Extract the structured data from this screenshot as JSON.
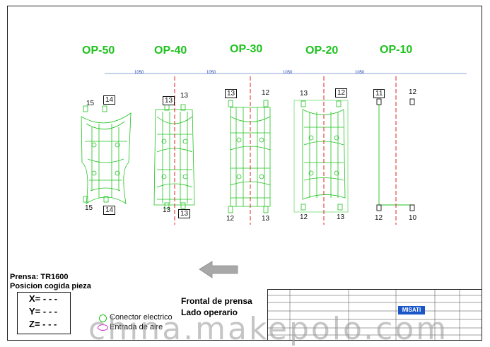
{
  "ops": [
    {
      "title": "OP-50",
      "labels": {
        "tl": "15",
        "tr": "14",
        "bl": "15",
        "br": "14"
      }
    },
    {
      "title": "OP-40",
      "labels": {
        "tl": "13",
        "tr": "13",
        "bl": "13",
        "br": "13"
      }
    },
    {
      "title": "OP-30",
      "labels": {
        "tl": "13",
        "tr": "12",
        "bl": "12",
        "br": "13"
      }
    },
    {
      "title": "OP-20",
      "labels": {
        "tl": "13",
        "tr": "12",
        "bl": "12",
        "br": "13"
      }
    },
    {
      "title": "OP-10",
      "labels": {
        "tl": "11",
        "tr": "12",
        "bl": "12",
        "br": "10"
      }
    }
  ],
  "dims": [
    "1050",
    "1050",
    "1050",
    "1050"
  ],
  "press": {
    "line1": "Prensa: TR1600",
    "line2": "Posicion cogida pieza"
  },
  "xyz": {
    "x": "X= - - -",
    "y": "Y= - - -",
    "z": "Z= - - -"
  },
  "legend": {
    "connector": "Conector electrico",
    "air": "Entrada de aire"
  },
  "frontal": {
    "line1": "Frontal de prensa",
    "line2": "Lado operario"
  },
  "titleblock": {
    "logo": "MISATI"
  },
  "watermark": "china.makepolo.com",
  "colors": {
    "green": "#1ec21e",
    "red": "#e02020",
    "blue": "#2244aa",
    "magenta": "#d020d0",
    "arrow": "#a8a8a8"
  }
}
